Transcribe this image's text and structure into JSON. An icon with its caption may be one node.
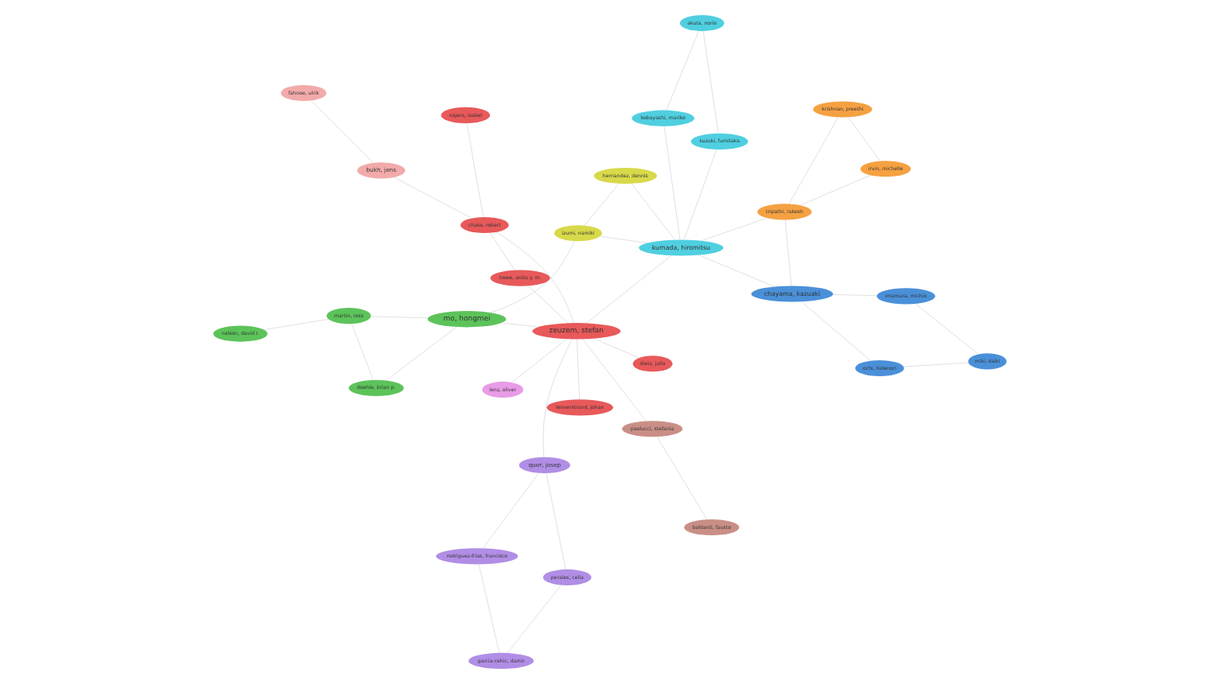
{
  "diagram": {
    "nodes": [
      {
        "text": [
          "rodriguez-frias, francisco"
        ]
      },
      {
        "text": [
          "garcia-cehic, damir"
        ]
      },
      {
        "text": [
          "perales, celia"
        ]
      },
      {
        "text": [
          "quer, josep"
        ]
      },
      {
        "text": [
          "baldanti, fausto"
        ]
      },
      {
        "text": [
          "paolucci, stefania"
        ]
      },
      {
        "text": [
          "lenz, oliver"
        ]
      },
      {
        "text": [
          "dietz, julia"
        ]
      },
      {
        "text": [
          "lennerstrand, johan"
        ]
      },
      {
        "text": [
          "zeuzem, stefan"
        ]
      },
      {
        "text": [
          "howe, anita y. m."
        ]
      },
      {
        "text": [
          "chase, robert"
        ]
      },
      {
        "text": [
          "najera, isabel"
        ]
      },
      {
        "text": [
          "bukh, jens"
        ]
      },
      {
        "text": [
          "fahnoe, ulrik"
        ]
      },
      {
        "text": [
          "doehle, brian p."
        ]
      },
      {
        "text": [
          "mo, hongmei"
        ]
      },
      {
        "text": [
          "martin, ross"
        ]
      },
      {
        "text": [
          "nelson, david r."
        ]
      },
      {
        "text": [
          "izumi, namiki"
        ]
      },
      {
        "text": [
          "hernandez, dennis"
        ]
      },
      {
        "text": [
          "kobayashi, mariko"
        ]
      },
      {
        "text": [
          "akuta, norio"
        ]
      },
      {
        "text": [
          "suzuki, fumitaka"
        ]
      },
      {
        "text": [
          "kumada, hiromitsu"
        ]
      },
      {
        "text": [
          "ochi, hidenori"
        ]
      },
      {
        "text": [
          "miki, daiki"
        ]
      },
      {
        "text": [
          "imamura, michio"
        ]
      },
      {
        "text": [
          "chayama, kazuaki"
        ]
      },
      {
        "text": [
          "tripathi, rakesh"
        ]
      },
      {
        "text": [
          "krishnan, preethi"
        ]
      },
      {
        "text": [
          "irvin, michelle"
        ]
      }
    ],
    "edges": [
      {
        "from": 0,
        "to": 1,
        "arrow": "none"
      },
      {
        "from": 1,
        "to": 2,
        "arrow": "none"
      },
      {
        "from": 2,
        "to": 3,
        "arrow": "none"
      },
      {
        "from": 0,
        "to": 3,
        "arrow": "none"
      },
      {
        "from": 4,
        "to": 5,
        "arrow": "none"
      },
      {
        "from": 7,
        "to": 9,
        "arrow": "none"
      },
      {
        "from": 8,
        "to": 9,
        "arrow": "none"
      },
      {
        "from": 10,
        "to": 9,
        "arrow": "none"
      },
      {
        "from": 11,
        "to": 10,
        "arrow": "none"
      },
      {
        "from": 12,
        "to": 11,
        "arrow": "none"
      },
      {
        "from": 11,
        "to": 9,
        "arrow": "none"
      },
      {
        "from": 13,
        "to": 14,
        "arrow": "none"
      },
      {
        "from": 15,
        "to": 16,
        "arrow": "none"
      },
      {
        "from": 16,
        "to": 17,
        "arrow": "none"
      },
      {
        "from": 17,
        "to": 18,
        "arrow": "none"
      },
      {
        "from": 15,
        "to": 17,
        "arrow": "none"
      },
      {
        "from": 19,
        "to": 20,
        "arrow": "none"
      },
      {
        "from": 21,
        "to": 22,
        "arrow": "none"
      },
      {
        "from": 22,
        "to": 23,
        "arrow": "none"
      },
      {
        "from": 23,
        "to": 24,
        "arrow": "none"
      },
      {
        "from": 21,
        "to": 24,
        "arrow": "none"
      },
      {
        "from": 25,
        "to": 26,
        "arrow": "none"
      },
      {
        "from": 26,
        "to": 27,
        "arrow": "none"
      },
      {
        "from": 27,
        "to": 28,
        "arrow": "none"
      },
      {
        "from": 25,
        "to": 28,
        "arrow": "none"
      },
      {
        "from": 29,
        "to": 30,
        "arrow": "none"
      },
      {
        "from": 30,
        "to": 31,
        "arrow": "none"
      },
      {
        "from": 29,
        "to": 31,
        "arrow": "none"
      },
      {
        "from": 3,
        "to": 9,
        "arrow": "none"
      },
      {
        "from": 5,
        "to": 9,
        "arrow": "none"
      },
      {
        "from": 6,
        "to": 9,
        "arrow": "none"
      },
      {
        "from": 13,
        "to": 11,
        "arrow": "none"
      },
      {
        "from": 9,
        "to": 16,
        "arrow": "none"
      },
      {
        "from": 16,
        "to": 19,
        "arrow": "none"
      },
      {
        "from": 19,
        "to": 24,
        "arrow": "none"
      },
      {
        "from": 20,
        "to": 24,
        "arrow": "none"
      },
      {
        "from": 24,
        "to": 28,
        "arrow": "none"
      },
      {
        "from": 28,
        "to": 29,
        "arrow": "none"
      },
      {
        "from": 24,
        "to": 29,
        "arrow": "none"
      },
      {
        "from": 9,
        "to": 24,
        "arrow": "none"
      }
    ]
  }
}
